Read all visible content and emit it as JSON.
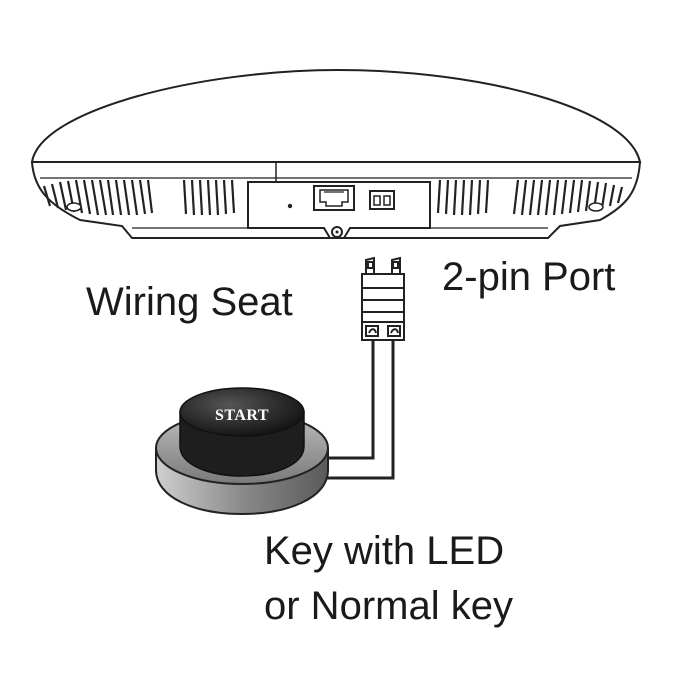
{
  "labels": {
    "port": "2-pin Port",
    "wiring_seat": "Wiring Seat",
    "key_line1": "Key with LED",
    "key_line2": "or Normal key",
    "button_text": "START"
  },
  "colors": {
    "outline": "#222222",
    "button_cap": "#2b2b2b",
    "button_base": "#9a9a9a",
    "background": "#ffffff"
  },
  "icons": [
    "ethernet-port-icon",
    "two-pin-port-icon",
    "screw-icon"
  ]
}
